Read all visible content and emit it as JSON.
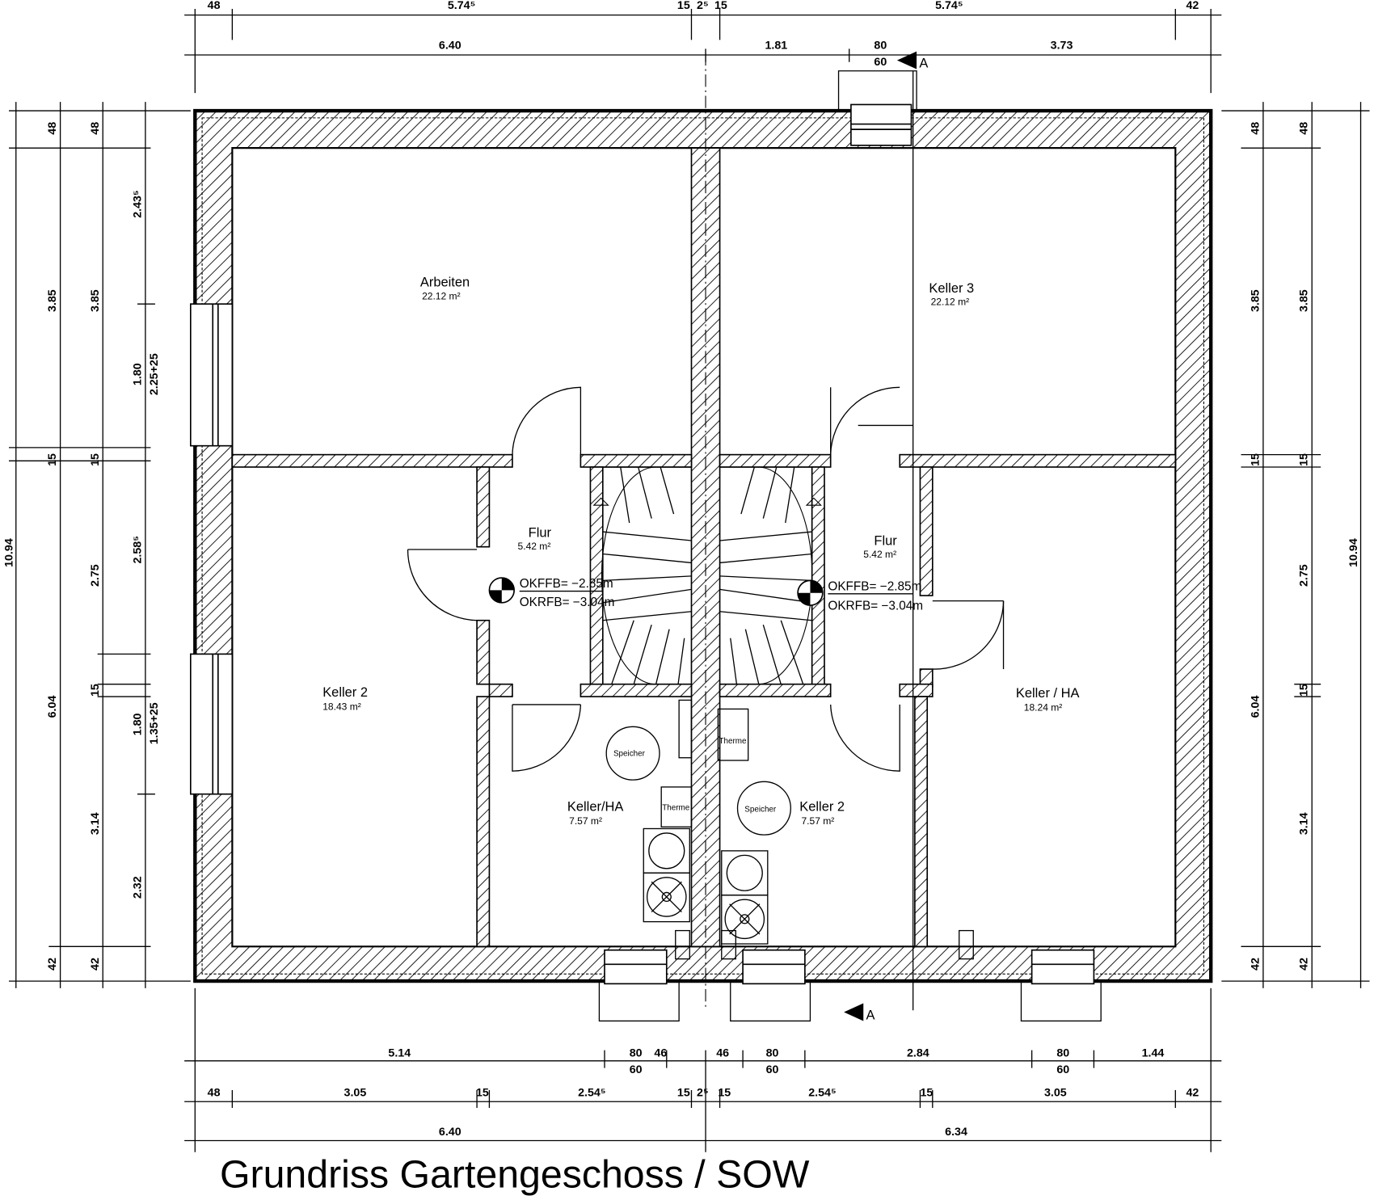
{
  "title": "Grundriss Gartengeschoss / SOW",
  "section_marker": "A",
  "dims_top": {
    "row1": [
      "48",
      "5.74⁵",
      "15",
      "2⁵",
      "15",
      "5.74⁵",
      "42"
    ],
    "row2": [
      "6.40",
      "1.81",
      "80",
      "60",
      "3.73"
    ]
  },
  "dims_bottom": {
    "row1": [
      "5.14",
      "80",
      "60",
      "46",
      "46",
      "80",
      "60",
      "2.84",
      "80",
      "60",
      "1.44"
    ],
    "row2": [
      "48",
      "3.05",
      "15",
      "2.54⁵",
      "15",
      "2⁵",
      "15",
      "2.54⁵",
      "15",
      "3.05",
      "42"
    ],
    "row3": [
      "6.40",
      "6.34"
    ]
  },
  "dims_left": {
    "total": "10.94",
    "col1": [
      "48",
      "3.85",
      "15",
      "6.04",
      "42"
    ],
    "col2": [
      "48",
      "3.85",
      "15",
      "2.75",
      "15",
      "3.14",
      "42"
    ],
    "col3": [
      "2.43⁵",
      "1.80",
      "2.25+25",
      "2.58⁵",
      "1.80",
      "1.35+25",
      "2.32"
    ]
  },
  "dims_right": {
    "total": "10.94",
    "col1": [
      "48",
      "3.85",
      "15",
      "6.04",
      "42"
    ],
    "col2": [
      "48",
      "3.85",
      "15",
      "2.75",
      "15",
      "3.14",
      "42"
    ]
  },
  "rooms": [
    {
      "name": "Arbeiten",
      "area": "22.12  m²"
    },
    {
      "name": "Keller 3",
      "area": "22.12  m²"
    },
    {
      "name": "Flur",
      "area": "5.42   m²"
    },
    {
      "name": "Flur",
      "area": "5.42   m²"
    },
    {
      "name": "Keller 2",
      "area": "18.43   m²"
    },
    {
      "name": "Keller / HA",
      "area": "18.24   m²"
    },
    {
      "name": "Keller/HA",
      "area": "7.57   m²"
    },
    {
      "name": "Keller 2",
      "area": "7.57   m²"
    }
  ],
  "levels": {
    "okffb": "OKFFB= −2.85m",
    "okrfb": "OKRFB= −3.04m"
  },
  "fixtures": {
    "speicher": "Speicher",
    "therme": "Therme"
  }
}
